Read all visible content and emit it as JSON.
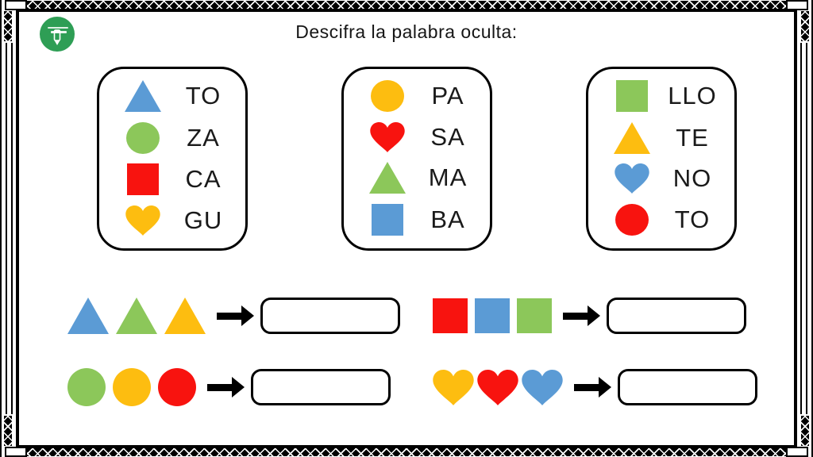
{
  "title": "Descifra la palabra oculta:",
  "palette": {
    "blue": "#5B9BD5",
    "green": "#8CC75A",
    "red": "#F8130F",
    "yellow": "#FDBD10",
    "logo": "#2E9E55"
  },
  "logo": {
    "description": "round green publisher logo with white pencil"
  },
  "legend_boxes": [
    {
      "items": [
        {
          "shape": "triangle",
          "color": "blue",
          "syllable": "TO"
        },
        {
          "shape": "circle",
          "color": "green",
          "syllable": "ZA"
        },
        {
          "shape": "square",
          "color": "red",
          "syllable": "CA"
        },
        {
          "shape": "heart",
          "color": "yellow",
          "syllable": "GU"
        }
      ]
    },
    {
      "items": [
        {
          "shape": "circle",
          "color": "yellow",
          "syllable": "PA"
        },
        {
          "shape": "heart",
          "color": "red",
          "syllable": "SA"
        },
        {
          "shape": "triangle",
          "color": "green",
          "syllable": "MA"
        },
        {
          "shape": "square",
          "color": "blue",
          "syllable": "BA"
        }
      ]
    },
    {
      "items": [
        {
          "shape": "square",
          "color": "green",
          "syllable": "LLO"
        },
        {
          "shape": "triangle",
          "color": "yellow",
          "syllable": "TE"
        },
        {
          "shape": "heart",
          "color": "blue",
          "syllable": "NO"
        },
        {
          "shape": "circle",
          "color": "red",
          "syllable": "TO"
        }
      ]
    }
  ],
  "puzzles": [
    {
      "shapes": [
        {
          "shape": "triangle",
          "color": "blue"
        },
        {
          "shape": "triangle",
          "color": "green"
        },
        {
          "shape": "triangle",
          "color": "yellow"
        }
      ],
      "answer": ""
    },
    {
      "shapes": [
        {
          "shape": "square",
          "color": "red"
        },
        {
          "shape": "square",
          "color": "blue"
        },
        {
          "shape": "square",
          "color": "green"
        }
      ],
      "answer": ""
    },
    {
      "shapes": [
        {
          "shape": "circle",
          "color": "green"
        },
        {
          "shape": "circle",
          "color": "yellow"
        },
        {
          "shape": "circle",
          "color": "red"
        }
      ],
      "answer": ""
    },
    {
      "shapes": [
        {
          "shape": "heart",
          "color": "yellow"
        },
        {
          "shape": "heart",
          "color": "red"
        },
        {
          "shape": "heart",
          "color": "blue"
        }
      ],
      "answer": ""
    }
  ]
}
